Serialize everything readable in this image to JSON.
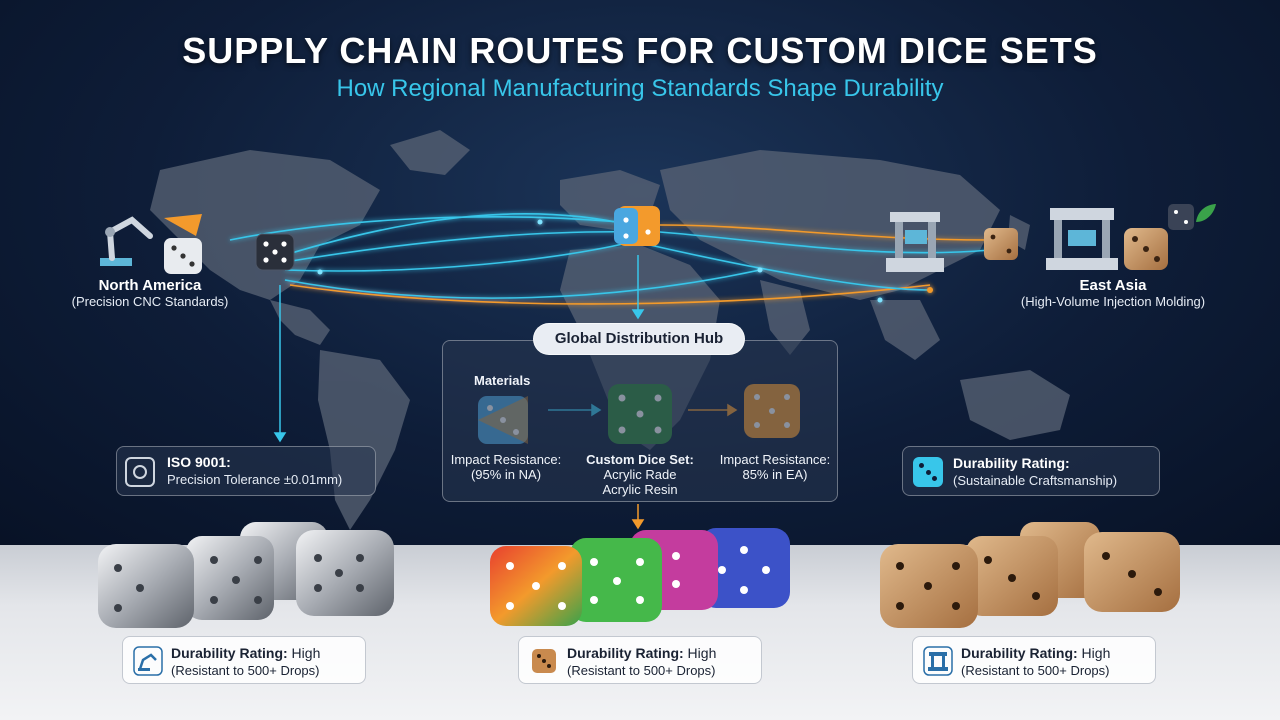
{
  "header": {
    "title": "SUPPLY CHAIN ROUTES FOR CUSTOM DICE SETS",
    "subtitle": "How Regional Manufacturing Standards Shape Durability"
  },
  "regions": {
    "north_america": {
      "name": "North America",
      "sub": "(Precision CNC Standards)"
    },
    "east_asia": {
      "name": "East Asia",
      "sub": "(High-Volume Injection Molding)"
    }
  },
  "hub": {
    "title": "Global Distribution Hub",
    "materials": "Materials",
    "left_l1": "Impact Resistance:",
    "left_l2": "(95% in NA)",
    "center_l1": "Custom Dice Set:",
    "center_l2": "Acrylic Rade",
    "center_l3": "Acrylic Resin",
    "right_l1": "Impact Resistance:",
    "right_l2": "85% in EA)"
  },
  "iso_box": {
    "line1": "ISO 9001:",
    "line2": "Precision Tolerance ±0.01mm)"
  },
  "durability_box": {
    "line1": "Durability Rating:",
    "line2": "(Sustainable Craftsmanship)"
  },
  "ratings": [
    {
      "label": "Durability Rating:",
      "value": " High",
      "detail": "(Resistant to 500+ Drops)",
      "icon": "robot-arm-icon"
    },
    {
      "label": "Durability Rating:",
      "value": " High",
      "detail": "(Resistant to 500+ Drops)",
      "icon": "die-icon"
    },
    {
      "label": "Durability Rating:",
      "value": " High",
      "detail": "(Resistant to 500+ Drops)",
      "icon": "press-machine-icon"
    }
  ],
  "colors": {
    "accent_cyan": "#38c6ea",
    "route_orange": "#f39a2c",
    "background": "#0e1d38"
  }
}
